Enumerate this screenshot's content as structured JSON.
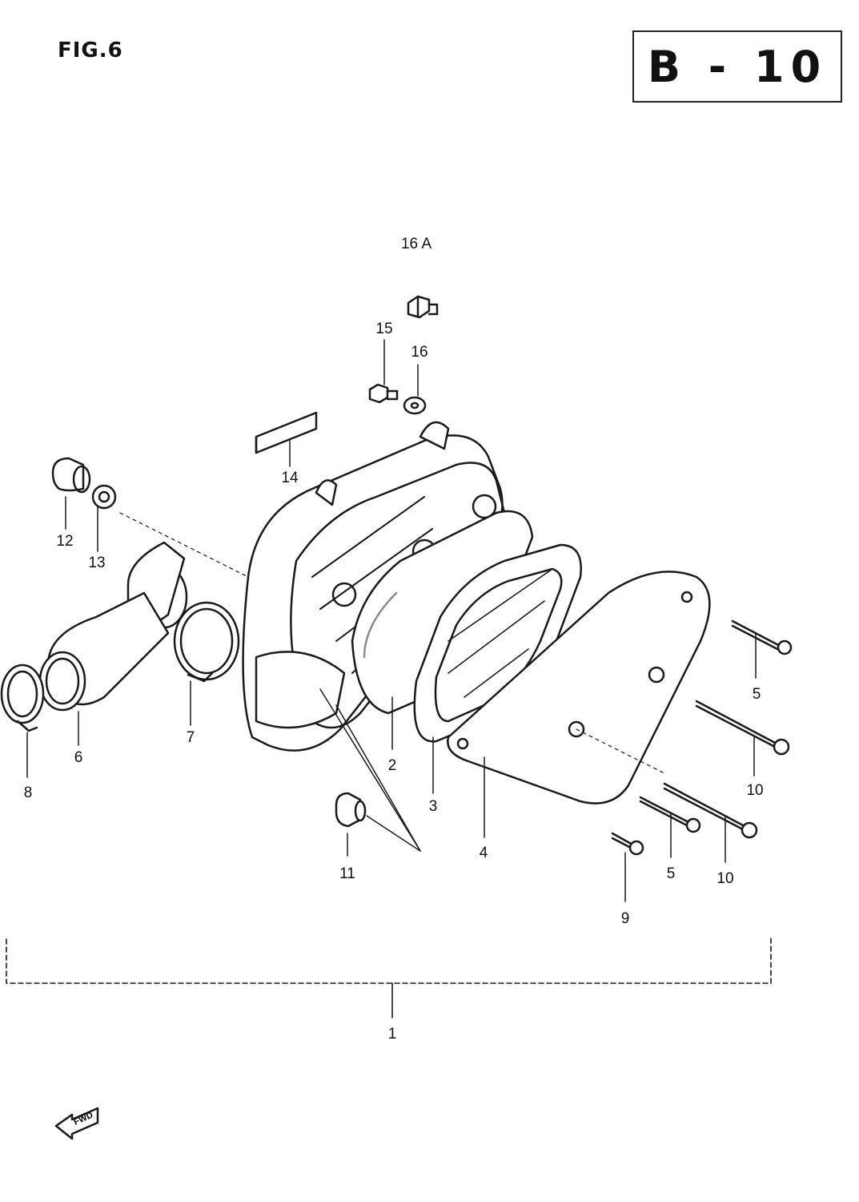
{
  "figure_label": "FIG.6",
  "page_code": "B - 10",
  "fwd_label": "FWD",
  "callouts": {
    "c16a": "16 A",
    "c15": "15",
    "c16": "16",
    "c14": "14",
    "c12": "12",
    "c13": "13",
    "c6": "6",
    "c7": "7",
    "c8": "8",
    "c2": "2",
    "c3": "3",
    "c4": "4",
    "c5a": "5",
    "c5b": "5",
    "c10a": "10",
    "c10b": "10",
    "c11": "11",
    "c9": "9",
    "c1": "1"
  },
  "colors": {
    "ink": "#1a1a1a",
    "shade": "#8a8a8a",
    "paper": "#ffffff"
  }
}
